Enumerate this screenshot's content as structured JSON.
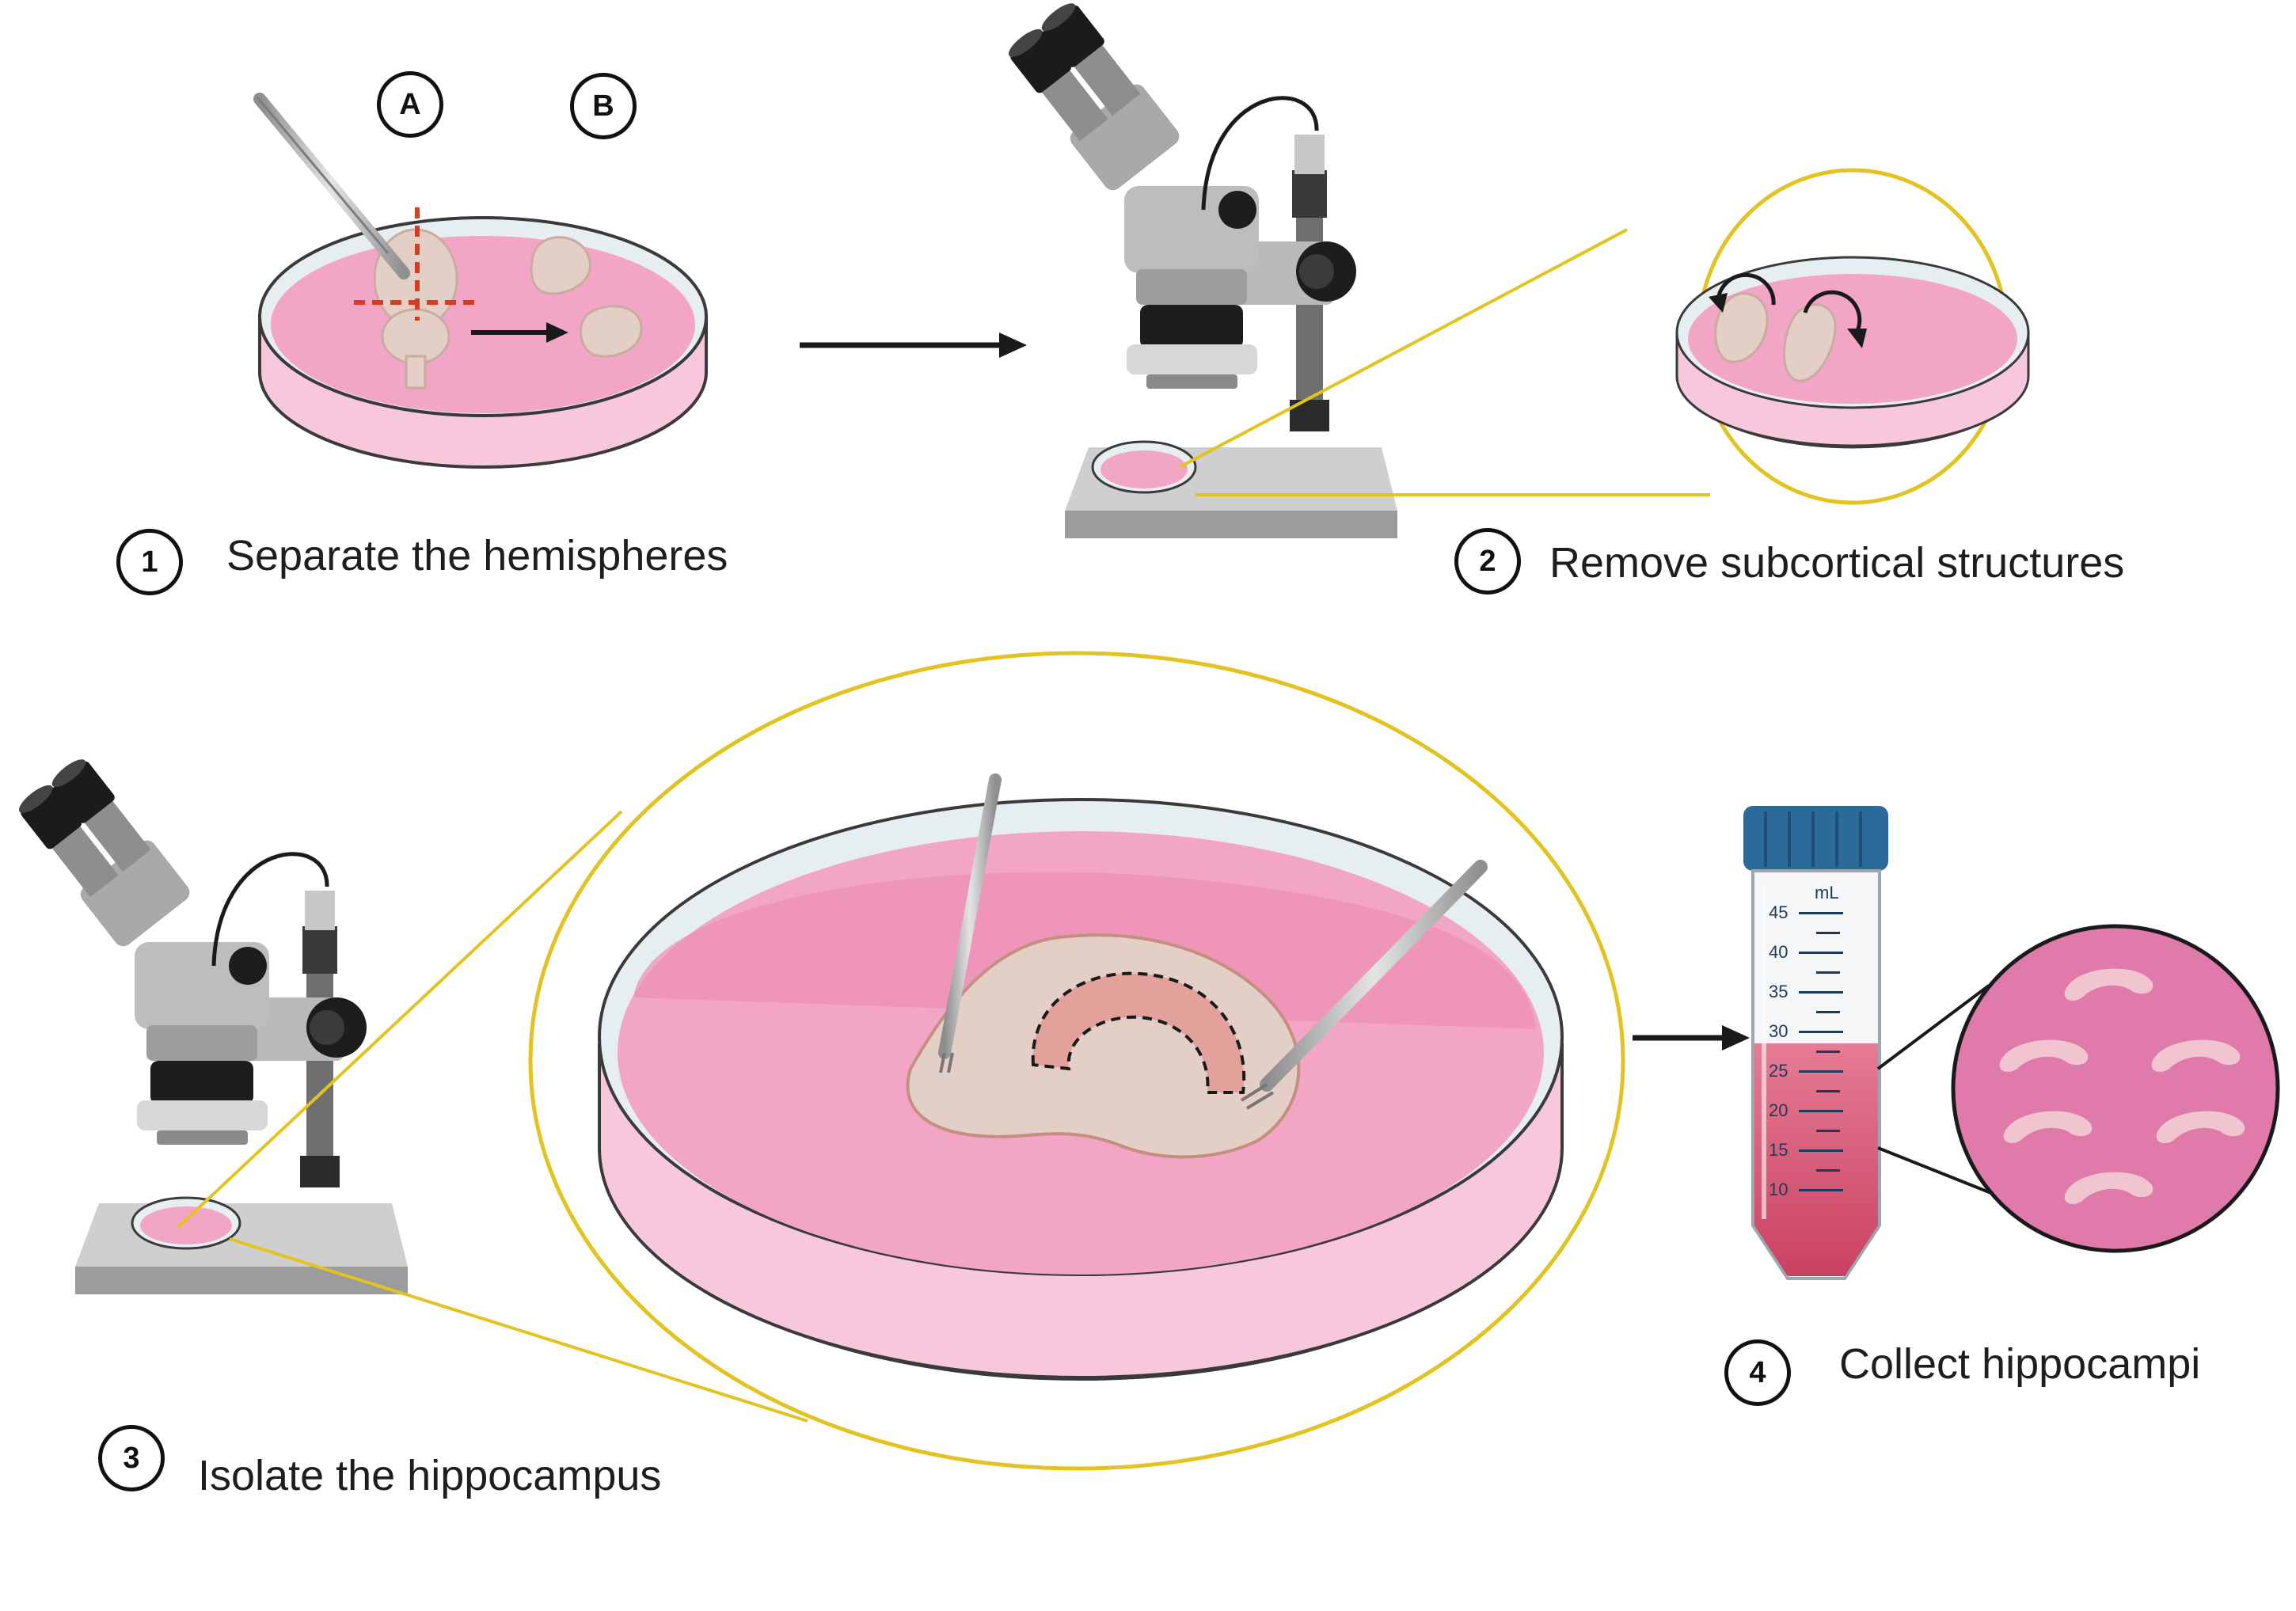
{
  "steps": [
    {
      "number": "1",
      "label": "Separate the hemispheres"
    },
    {
      "number": "2",
      "label": "Remove subcortical structures"
    },
    {
      "number": "3",
      "label": "Isolate the hippocampus"
    },
    {
      "number": "4",
      "label": "Collect hippocampi"
    }
  ],
  "cut_labels": {
    "a": "A",
    "b": "B"
  },
  "tube": {
    "unit": "mL",
    "graduations": [
      "45",
      "40",
      "35",
      "30",
      "25",
      "20",
      "15",
      "10"
    ]
  },
  "colors": {
    "medium_pink": "#f6a9c8",
    "callout_yellow": "#e2c321",
    "tissue_beige": "#e4cfc6",
    "cap_blue": "#2c6a9a",
    "tube_liquid": "#d9506e",
    "cut_line_red": "#d93a22"
  }
}
